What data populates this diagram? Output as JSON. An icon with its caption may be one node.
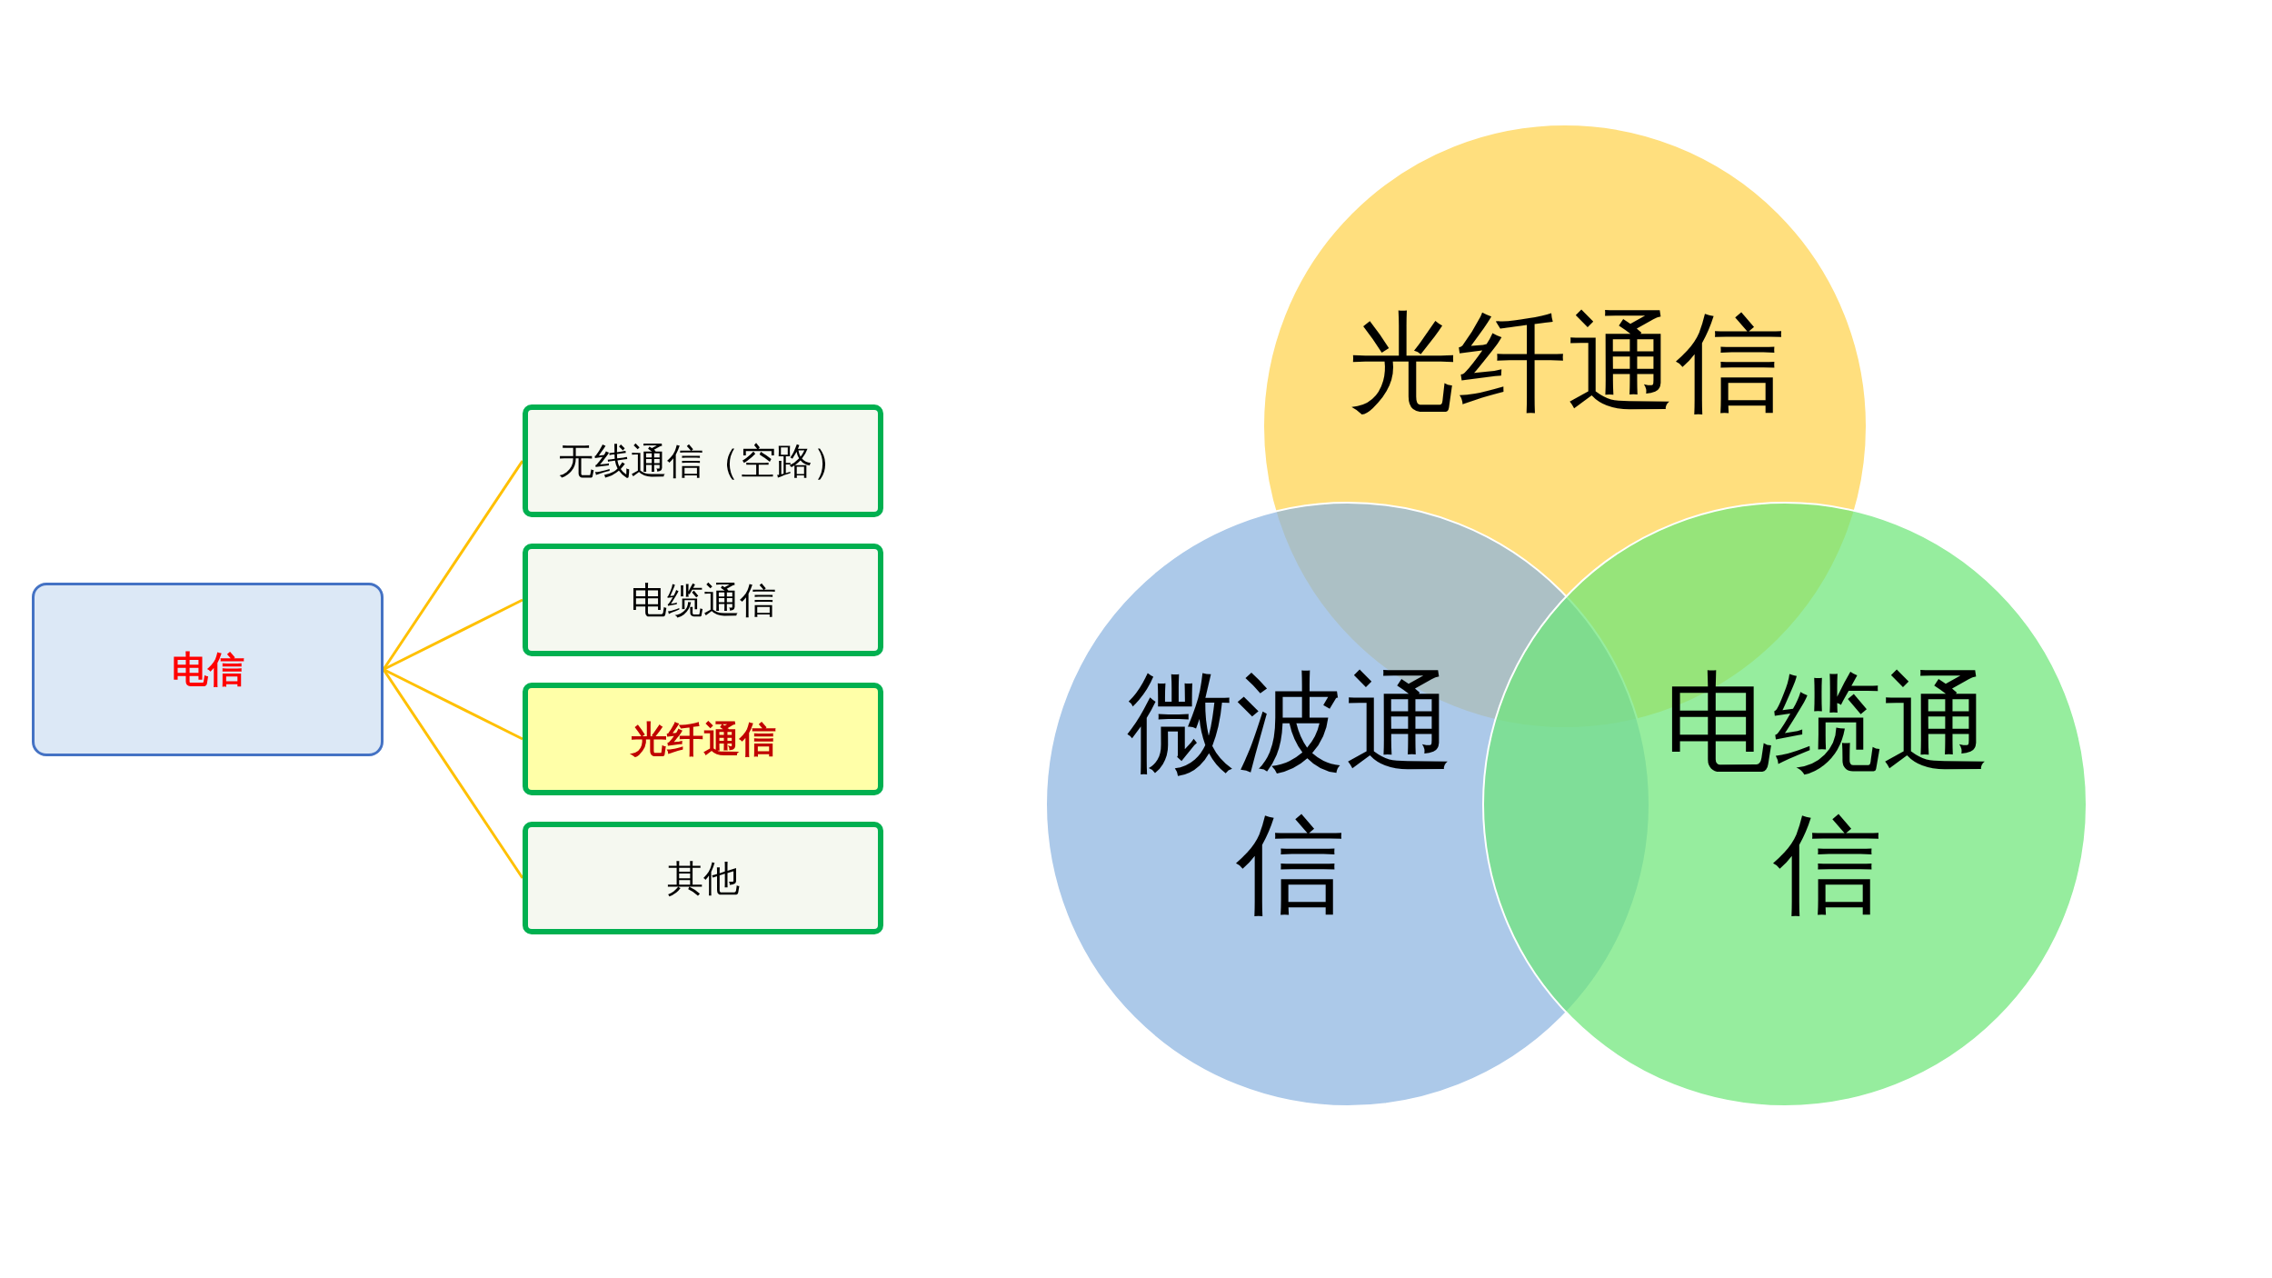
{
  "diagram": {
    "nodes": [
      {
        "text": [
          "电信"
        ]
      },
      {
        "text": [
          "无线通信（空路）"
        ]
      },
      {
        "text": [
          "电缆通信"
        ]
      },
      {
        "text": [
          "光纤通信"
        ]
      },
      {
        "text": [
          "其他"
        ]
      },
      {
        "text": [
          "光纤通信"
        ]
      },
      {
        "text": [
          "微波通信"
        ]
      },
      {
        "text": [
          "电缆通信"
        ]
      }
    ],
    "edges": [
      {
        "from": 0,
        "to": 1,
        "arrow": "none"
      },
      {
        "from": 0,
        "to": 2,
        "arrow": "none"
      },
      {
        "from": 0,
        "to": 3,
        "arrow": "none"
      },
      {
        "from": 0,
        "to": 4,
        "arrow": "none"
      }
    ]
  }
}
